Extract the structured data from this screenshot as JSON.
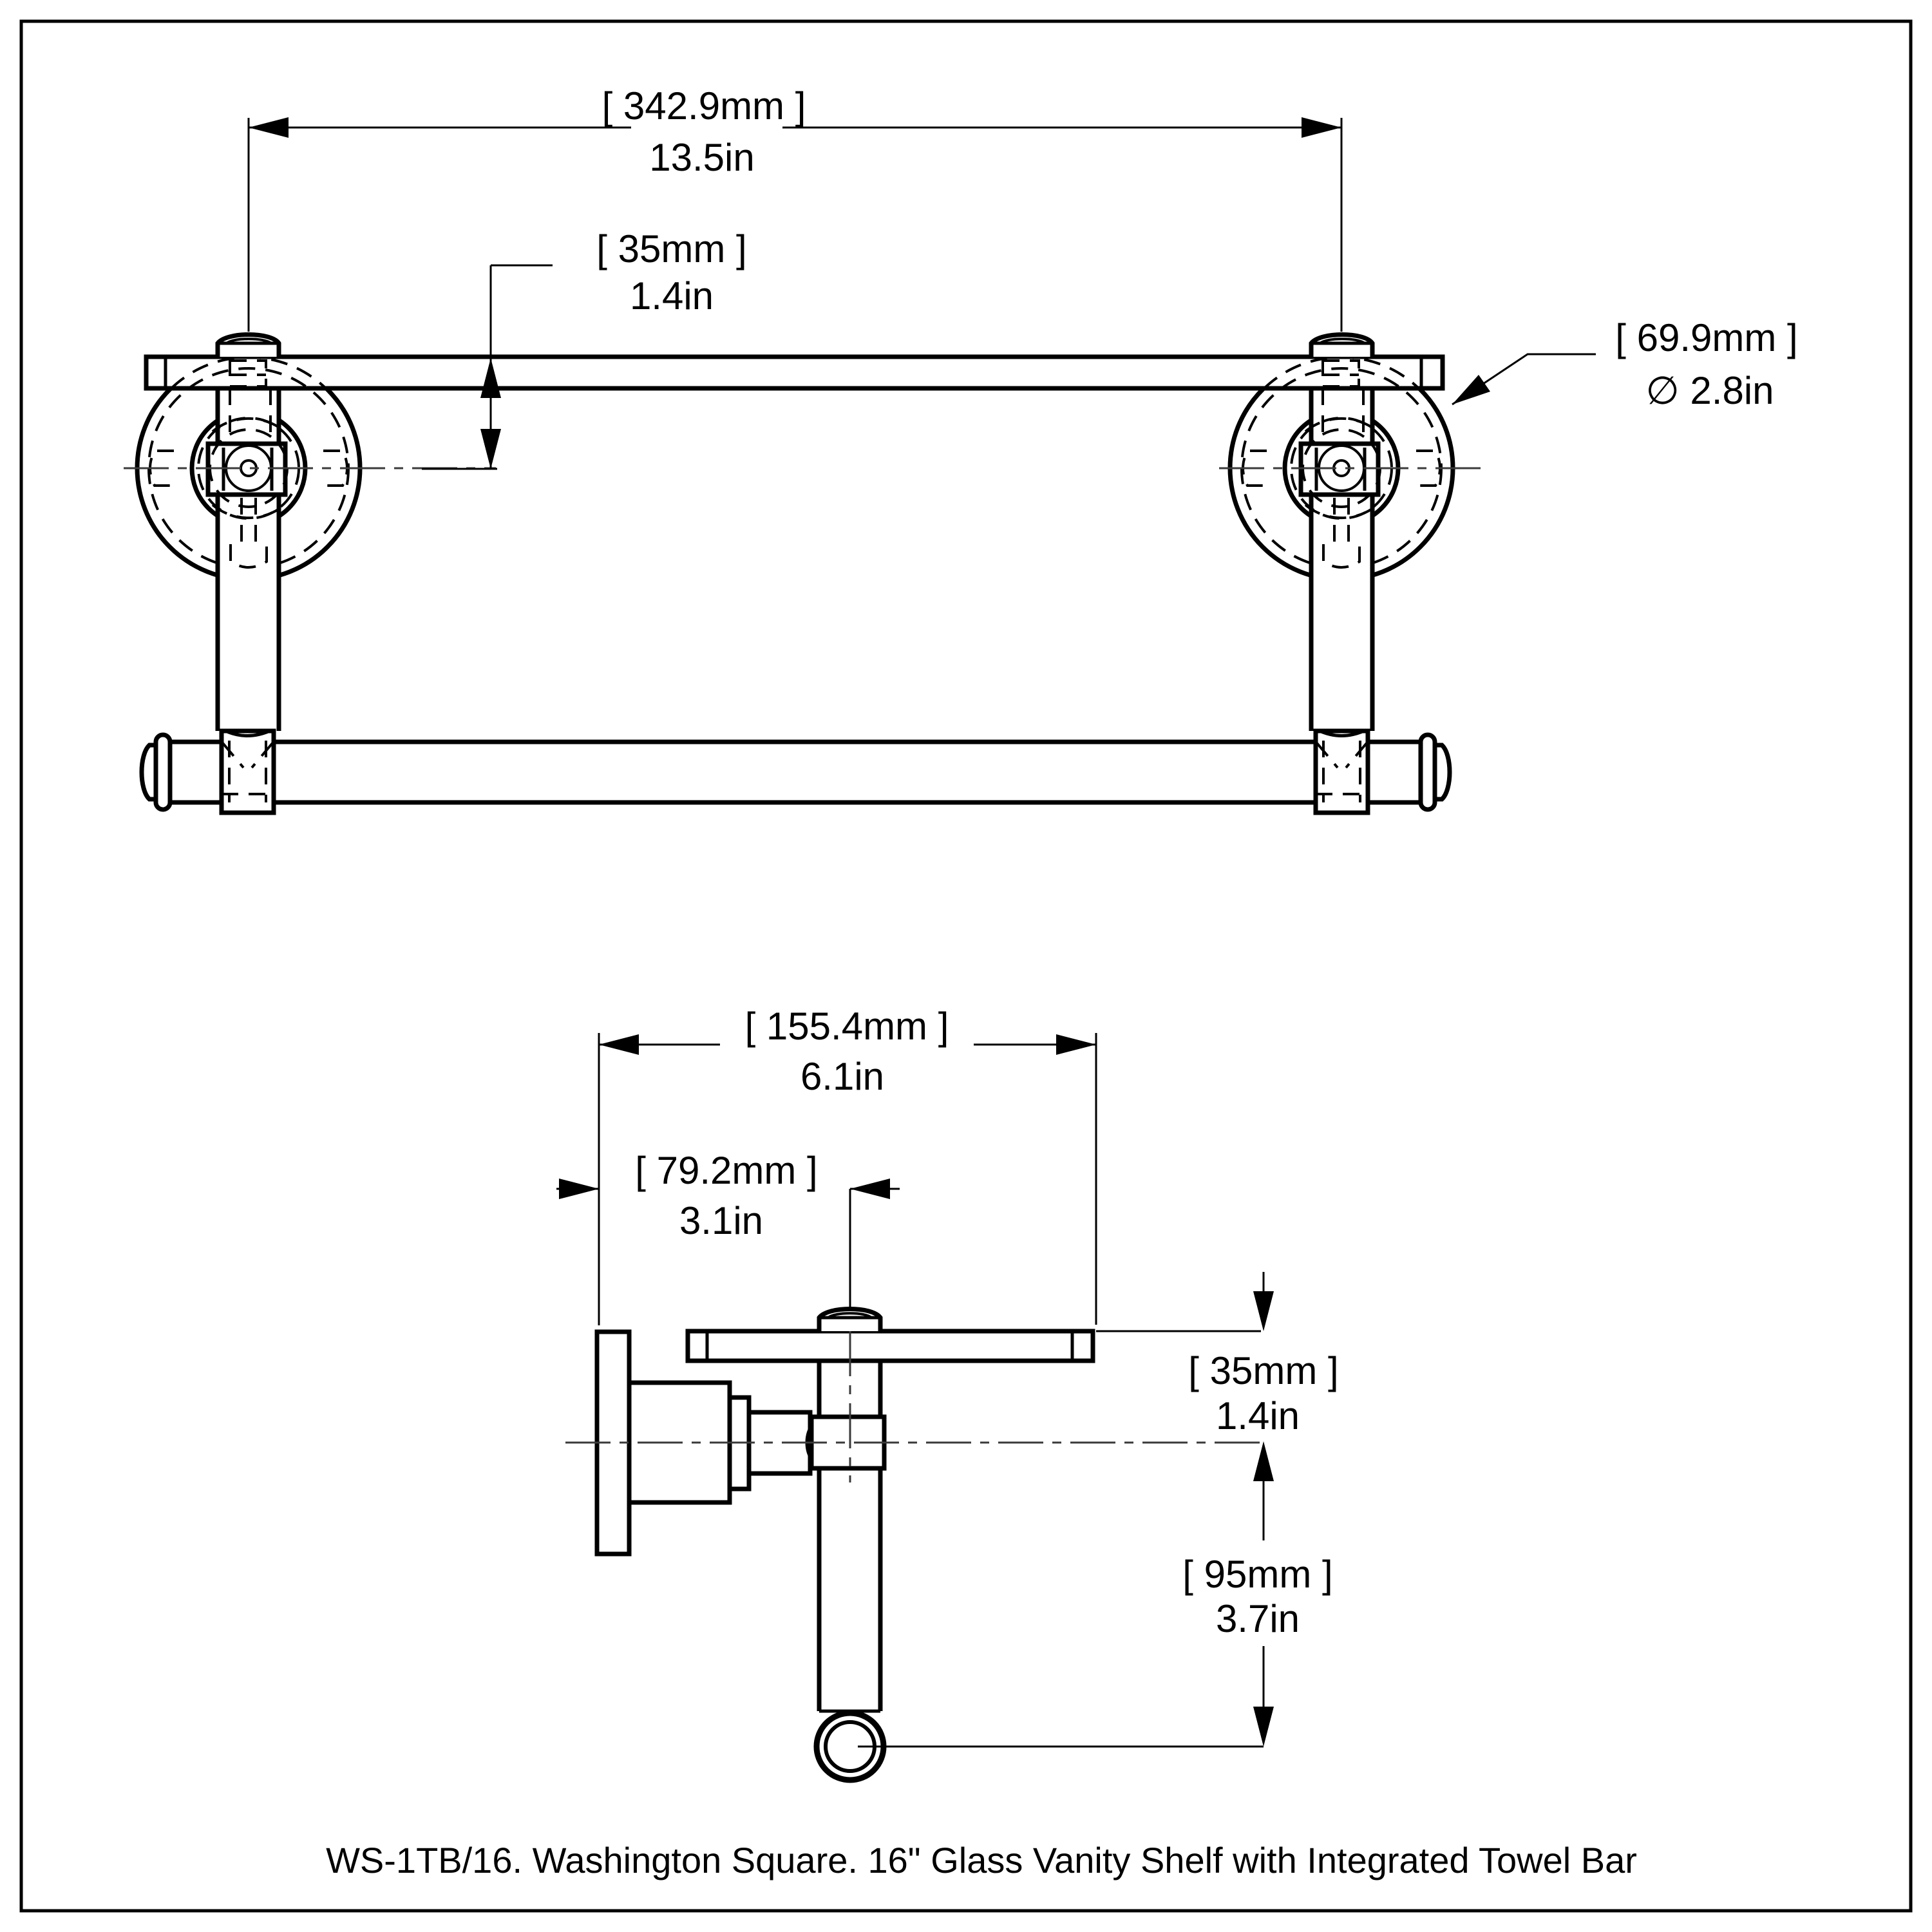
{
  "drawing": {
    "caption": "WS-1TB/16. Washington Square. 16\"  Glass Vanity Shelf  with Integrated Towel Bar",
    "colors": {
      "background": "#ffffff",
      "line": "#000000",
      "centerline": "#3a3a3a"
    },
    "front_view": {
      "width_between_posts": {
        "metric": "[ 342.9mm ]",
        "imperial": "13.5in"
      },
      "shelf_to_center": {
        "metric": "[ 35mm ]",
        "imperial": "1.4in"
      },
      "flange_diameter": {
        "metric": "[ 69.9mm ]",
        "imperial": "∅ 2.8in"
      }
    },
    "side_view": {
      "overall_depth": {
        "metric": "[ 155.4mm ]",
        "imperial": "6.1in"
      },
      "wall_to_bar": {
        "metric": "[ 79.2mm ]",
        "imperial": "3.1in"
      },
      "shelf_to_center": {
        "metric": "[ 35mm ]",
        "imperial": "1.4in"
      },
      "center_to_bar": {
        "metric": "[ 95mm ]",
        "imperial": "3.7in"
      }
    }
  }
}
